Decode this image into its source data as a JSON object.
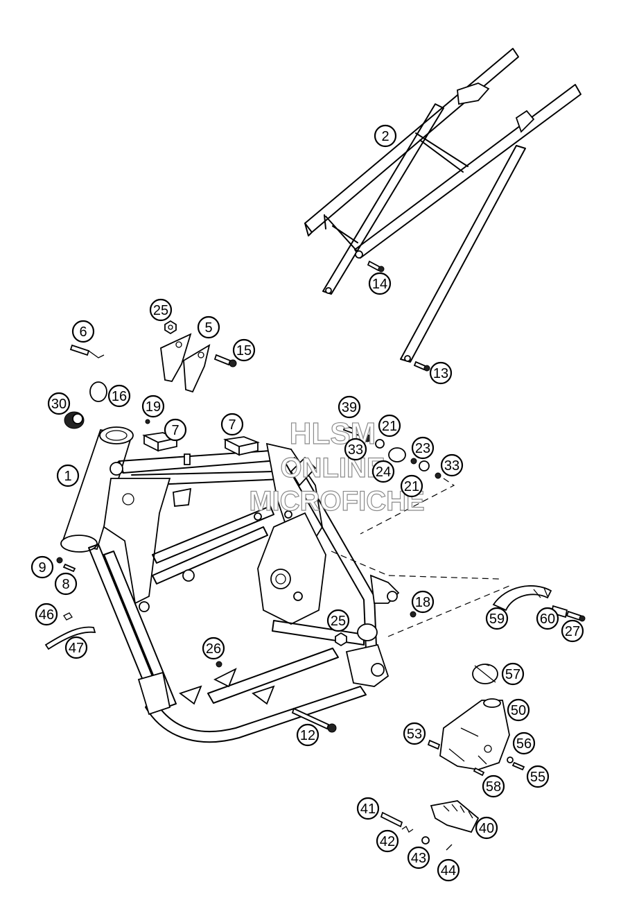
{
  "watermark": {
    "line1": "HLSM",
    "line2": "ONLINE",
    "line3": "MICROFICHE"
  },
  "callouts": [
    {
      "id": "1",
      "label": "1"
    },
    {
      "id": "2",
      "label": "2"
    },
    {
      "id": "5",
      "label": "5"
    },
    {
      "id": "6",
      "label": "6"
    },
    {
      "id": "7a",
      "label": "7"
    },
    {
      "id": "7b",
      "label": "7"
    },
    {
      "id": "8",
      "label": "8"
    },
    {
      "id": "9",
      "label": "9"
    },
    {
      "id": "12",
      "label": "12"
    },
    {
      "id": "13",
      "label": "13"
    },
    {
      "id": "14",
      "label": "14"
    },
    {
      "id": "15",
      "label": "15"
    },
    {
      "id": "16",
      "label": "16"
    },
    {
      "id": "18",
      "label": "18"
    },
    {
      "id": "19",
      "label": "19"
    },
    {
      "id": "21a",
      "label": "21"
    },
    {
      "id": "21b",
      "label": "21"
    },
    {
      "id": "23",
      "label": "23"
    },
    {
      "id": "24",
      "label": "24"
    },
    {
      "id": "25a",
      "label": "25"
    },
    {
      "id": "25b",
      "label": "25"
    },
    {
      "id": "26",
      "label": "26"
    },
    {
      "id": "27",
      "label": "27"
    },
    {
      "id": "30",
      "label": "30"
    },
    {
      "id": "33a",
      "label": "33"
    },
    {
      "id": "33b",
      "label": "33"
    },
    {
      "id": "39",
      "label": "39"
    },
    {
      "id": "40",
      "label": "40"
    },
    {
      "id": "41",
      "label": "41"
    },
    {
      "id": "42",
      "label": "42"
    },
    {
      "id": "43",
      "label": "43"
    },
    {
      "id": "44",
      "label": "44"
    },
    {
      "id": "46",
      "label": "46"
    },
    {
      "id": "47",
      "label": "47"
    },
    {
      "id": "50",
      "label": "50"
    },
    {
      "id": "53",
      "label": "53"
    },
    {
      "id": "55",
      "label": "55"
    },
    {
      "id": "56",
      "label": "56"
    },
    {
      "id": "57",
      "label": "57"
    },
    {
      "id": "58",
      "label": "58"
    },
    {
      "id": "59",
      "label": "59"
    },
    {
      "id": "60",
      "label": "60"
    }
  ]
}
